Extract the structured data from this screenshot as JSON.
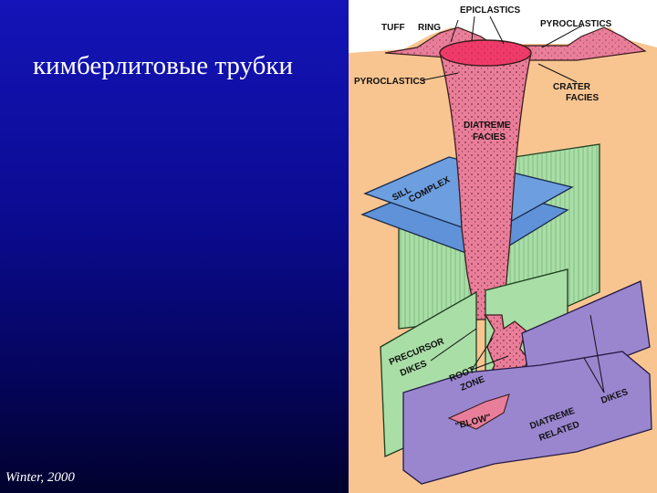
{
  "slide": {
    "title": "кимберлитовые трубки",
    "credit": "Winter, 2000"
  },
  "diagram": {
    "labels": {
      "epiclastics": "EPICLASTICS",
      "tuff": "TUFF",
      "ring": "RING",
      "pyroclastics_top": "PYROCLASTICS",
      "pyroclastics_left": "PYROCLASTICS",
      "crater": "CRATER",
      "crater_facies": "FACIES",
      "diatreme": "DIATREME",
      "diatreme_facies": "FACIES",
      "sill": "SILL",
      "complex": "COMPLEX",
      "precursor": "PRECURSOR",
      "dikes": "DIKES",
      "root": "ROOT",
      "zone": "ZONE",
      "blow": "\"BLOW\"",
      "diatreme_related_1": "DIATREME",
      "diatreme_related_2": "RELATED",
      "diatreme_related_dikes": "DIKES"
    },
    "colors": {
      "ground": "#f8c591",
      "kimberlite": "#e97e9a",
      "crater_rim": "#f03a6a",
      "sill": "#5f92d8",
      "precursor_dikes": "#a9dea6",
      "related_dikes": "#9a86cf",
      "surface": "#ffffff"
    }
  }
}
